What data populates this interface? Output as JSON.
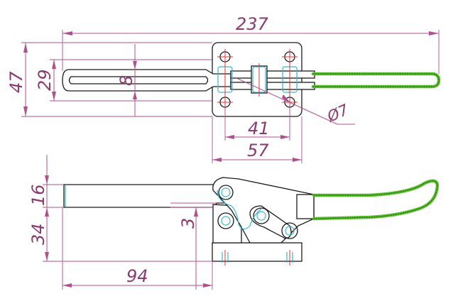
{
  "dimensions": {
    "overall_length": "237",
    "overall_height_top": "47",
    "slot_height": "29",
    "slot_width": "8",
    "hole_diameter": "Ø7",
    "hole_spacing": "41",
    "base_width": "57",
    "bar_height": "16",
    "pivot_height": "34",
    "offset": "3",
    "reach": "94"
  },
  "colors": {
    "dimension_lines": "#b0508c",
    "outline": "#1a1a1a",
    "center_marks": "#e0353a",
    "pin_highlight": "#3ab6d0",
    "handle_grip": "#5cbd2e"
  }
}
